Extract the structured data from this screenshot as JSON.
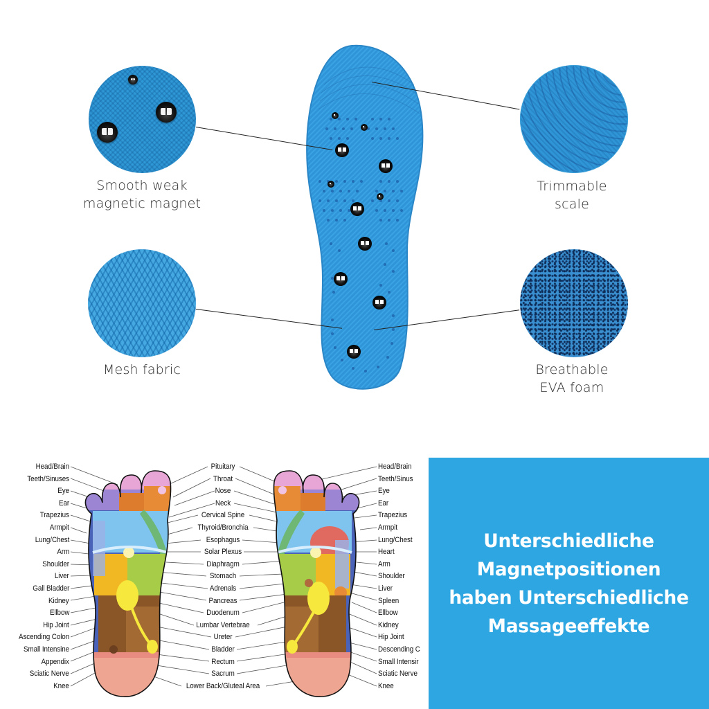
{
  "product_section": {
    "features": [
      {
        "id": "magnet",
        "label_line1": "Smooth weak",
        "label_line2": "magnetic magnet"
      },
      {
        "id": "trim",
        "label_line1": "Trimmable",
        "label_line2": "scale"
      },
      {
        "id": "mesh",
        "label_line1": "Mesh fabric"
      },
      {
        "id": "eva",
        "label_line1": "Breathable",
        "label_line2": "EVA foam"
      }
    ],
    "insole_color": "#2f95d8",
    "magnet_color": "#111111"
  },
  "reflexology_chart": {
    "left_foot_labels": [
      "Head/Brain",
      "Teeth/Sinuses",
      "Eye",
      "Ear",
      "Trapezius",
      "Armpit",
      "Lung/Chest",
      "Arm",
      "Shoulder",
      "Liver",
      "Gall Bladder",
      "Kidney",
      "Ellbow",
      "Hip Joint",
      "Ascending Colon",
      "Small Intensine",
      "Appendix",
      "Sciatic Nerve",
      "Knee"
    ],
    "center_labels": [
      "Pituitary",
      "Throat",
      "Nose",
      "Neck",
      "Cervical Spine",
      "Thyroid/Bronchia",
      "Esophagus",
      "Solar Plexus",
      "Diaphragm",
      "Stomach",
      "Adrenals",
      "Pancreas",
      "Duodenum",
      "Lumbar Vertebrae",
      "Ureter",
      "Bladder",
      "Rectum",
      "Sacrum",
      "Lower Back/Gluteal Area"
    ],
    "right_foot_labels": [
      "Head/Brain",
      "Teeth/Sinus",
      "Eye",
      "Ear",
      "Trapezius",
      "Armpit",
      "Lung/Chest",
      "Heart",
      "Arm",
      "Shoulder",
      "Liver",
      "Spleen",
      "Ellbow",
      "Kidney",
      "Hip Joint",
      "Descending C",
      "Small Intensir",
      "Sciatic Nerve",
      "Knee"
    ],
    "zone_colors": {
      "toes": "#e6a3d0",
      "toe_base": "#9b84d0",
      "neck_band": "#e07a2a",
      "lung": "#7cc3ee",
      "liver": "#f2b822",
      "stomach": "#a9cf4a",
      "kidney": "#f7ea3c",
      "colon": "#9a5e2a",
      "heel": "#eea490",
      "outline": "#4562b8",
      "heart": "#e06a60"
    }
  },
  "info_box": {
    "line1": "Unterschiedliche",
    "line2": "Magnetpositionen",
    "line3": "haben Unterschiedliche",
    "line4": "Massageeffekte",
    "background": "#2ea6e2"
  }
}
